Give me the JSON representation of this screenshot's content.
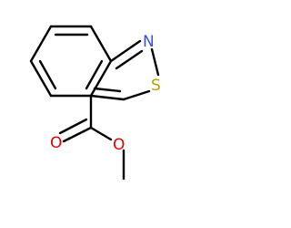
{
  "molecule": {
    "atoms": {
      "nitrogen": "N",
      "sulfur": "S",
      "oxygen_carbonyl": "O",
      "oxygen_ester": "O"
    }
  },
  "colors": {
    "bond": "#000000",
    "nitrogen": "#3050F8",
    "sulfur": "#B8A000",
    "oxygen": "#E00000"
  }
}
